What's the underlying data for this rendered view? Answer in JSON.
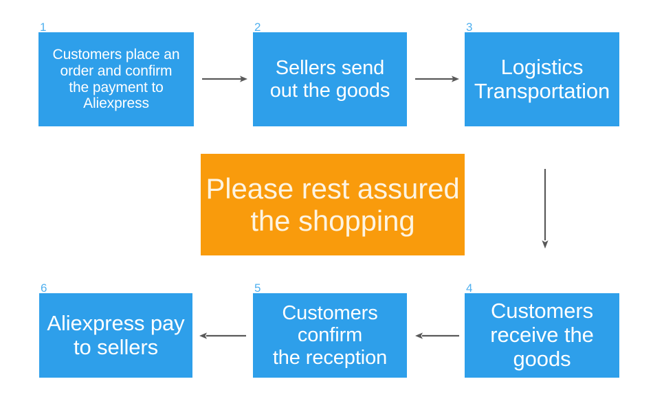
{
  "diagram": {
    "title_text": "Please rest assured the shopping",
    "colors": {
      "node_blue": "#2e9fea",
      "node_orange": "#f99b0c",
      "node_text": "#ffffff",
      "highlight_text": "#fdf4e2",
      "step_number": "#4fb0ef",
      "arrow": "#595959",
      "background": "#ffffff"
    },
    "steps": [
      {
        "number": "1",
        "label": "Customers place an\norder and confirm\nthe payment to\nAliexpress"
      },
      {
        "number": "2",
        "label": "Sellers send\nout the goods"
      },
      {
        "number": "3",
        "label": "Logistics\nTransportation"
      },
      {
        "number": "4",
        "label": "Customers\nreceive the\ngoods"
      },
      {
        "number": "5",
        "label": "Customers\nconfirm\nthe reception"
      },
      {
        "number": "6",
        "label": "Aliexpress pay\nto sellers"
      }
    ],
    "highlight": {
      "label": "Please rest assured\nthe shopping"
    },
    "connectors": [
      {
        "name": "arrow-step1-to-step2",
        "direction": "right"
      },
      {
        "name": "arrow-step2-to-step3",
        "direction": "right"
      },
      {
        "name": "arrow-step3-to-step4",
        "direction": "down"
      },
      {
        "name": "arrow-step4-to-step5",
        "direction": "left"
      },
      {
        "name": "arrow-step5-to-step6",
        "direction": "left"
      }
    ]
  }
}
